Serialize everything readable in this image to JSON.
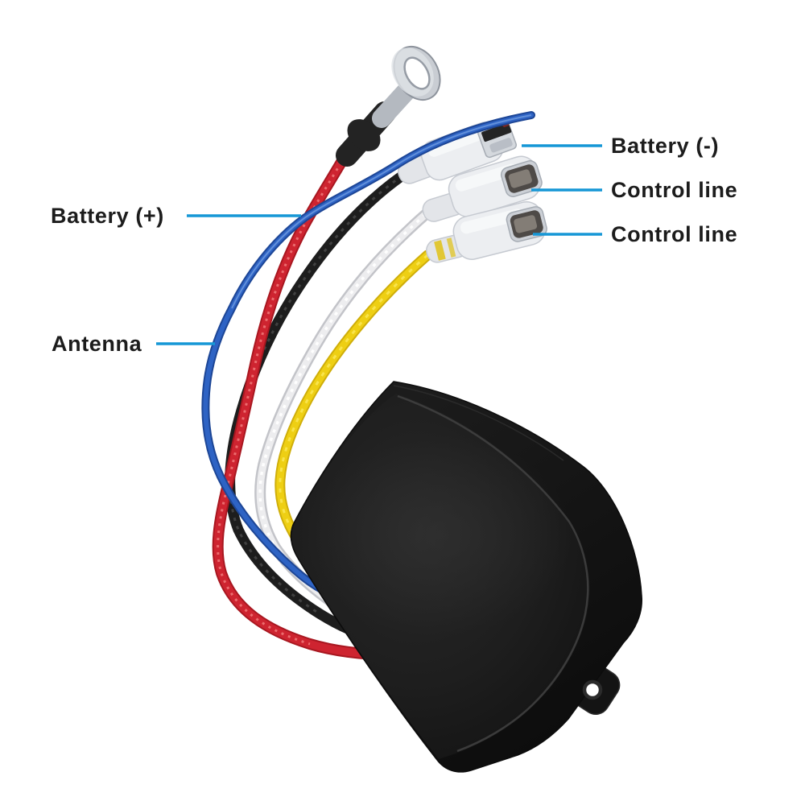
{
  "figure": {
    "background": "#ffffff",
    "description_visible_text_only": true
  },
  "callouts": {
    "line_color": "#1697d6",
    "battery_neg": {
      "text": "Battery (-)"
    },
    "control_line_1": {
      "text": "Control line"
    },
    "control_line_2": {
      "text": "Control line"
    },
    "battery_pos": {
      "text": "Battery (+)"
    },
    "antenna": {
      "text": "Antenna"
    }
  },
  "parts": {
    "module_box": {
      "color": "#1a1a1a"
    },
    "ring_terminal": {
      "metal_color": "#c9cdd3",
      "sleeve_color": "#232323"
    },
    "connectors": {
      "body_color": "#eceef1",
      "metal_color": "#d2d6db"
    },
    "wires": {
      "red": "#ce2430",
      "black": "#1d1d1d",
      "white": "#ededef",
      "yellow": "#eecf14",
      "blue": "#2e63c4"
    }
  }
}
